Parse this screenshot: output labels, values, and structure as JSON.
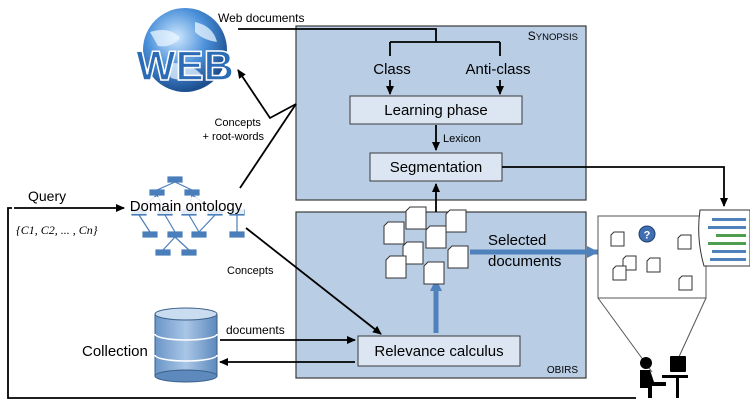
{
  "web": {
    "logo_text": "WEB",
    "web_documents_label": "Web documents"
  },
  "synopsis": {
    "title_caps": "S",
    "title_rest": "YNOPSIS",
    "class_label": "Class",
    "anti_class_label": "Anti-class",
    "learning_phase_label": "Learning phase",
    "lexicon_label": "Lexicon",
    "segmentation_label": "Segmentation"
  },
  "obirs": {
    "title": "OBIRS",
    "relevance_label": "Relevance calculus",
    "selected_documents_line1": "Selected",
    "selected_documents_line2": "documents"
  },
  "ontology": {
    "label": "Domain ontology",
    "concepts_root_line1": "Concepts",
    "concepts_root_line2": "+ root-words",
    "concepts_label": "Concepts"
  },
  "query": {
    "label": "Query",
    "formula": "{C1, C2, ... , Cn}"
  },
  "collection": {
    "label": "Collection",
    "documents_label": "documents"
  },
  "results": {
    "question_mark": "?"
  },
  "colors": {
    "panel_fill": "#b9cde5",
    "panel_stroke": "#3a3a3a",
    "arrow_blue": "#4f81bd",
    "ontology_blue": "#4a7ebb",
    "db_blue": "#7fa6d1"
  }
}
